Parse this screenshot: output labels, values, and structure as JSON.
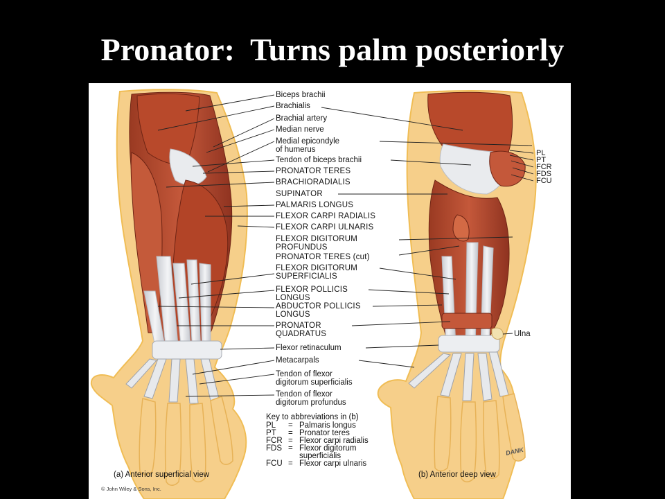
{
  "slide": {
    "title": "Pronator:  Turns palm posteriorly"
  },
  "figure": {
    "colors": {
      "background": "#000000",
      "panel": "#ffffff",
      "skin": "#f6cf8a",
      "skin_edge": "#f2c15c",
      "muscle": "#b5462a",
      "muscle_dark": "#8a2f1a",
      "tendon": "#e4e6ea"
    },
    "center_labels": [
      {
        "name": "biceps-brachii",
        "lines": [
          "Biceps brachii"
        ]
      },
      {
        "name": "brachialis",
        "lines": [
          "Brachialis"
        ]
      },
      {
        "name": "brachial-artery",
        "lines": [
          "Brachial artery"
        ]
      },
      {
        "name": "median-nerve",
        "lines": [
          "Median nerve"
        ]
      },
      {
        "name": "medial-epicondyle",
        "lines": [
          "Medial epicondyle",
          "of humerus"
        ]
      },
      {
        "name": "tendon-of-biceps-brachii",
        "lines": [
          "Tendon of biceps brachii"
        ]
      },
      {
        "name": "pronator-teres",
        "lines": [
          "PRONATOR TERES"
        ]
      },
      {
        "name": "brachioradialis",
        "lines": [
          "BRACHIORADIALIS"
        ]
      },
      {
        "name": "supinator",
        "lines": [
          "SUPINATOR"
        ]
      },
      {
        "name": "palmaris-longus",
        "lines": [
          "PALMARIS LONGUS"
        ]
      },
      {
        "name": "flexor-carpi-radialis",
        "lines": [
          "FLEXOR CARPI RADIALIS"
        ]
      },
      {
        "name": "flexor-carpi-ulnaris",
        "lines": [
          "FLEXOR CARPI ULNARIS"
        ]
      },
      {
        "name": "flexor-digitorum-profundus",
        "lines": [
          "FLEXOR DIGITORUM",
          "PROFUNDUS"
        ]
      },
      {
        "name": "pronator-teres-cut",
        "lines": [
          "PRONATOR TERES (cut)"
        ]
      },
      {
        "name": "flexor-digitorum-superficialis",
        "lines": [
          "FLEXOR DIGITORUM",
          "SUPERFICIALIS"
        ]
      },
      {
        "name": "flexor-pollicis-longus",
        "lines": [
          "FLEXOR POLLICIS",
          "LONGUS"
        ]
      },
      {
        "name": "abductor-pollicis-longus",
        "lines": [
          "ABDUCTOR POLLICIS",
          "LONGUS"
        ]
      },
      {
        "name": "pronator-quadratus",
        "lines": [
          "PRONATOR",
          "QUADRATUS"
        ]
      },
      {
        "name": "flexor-retinaculum",
        "lines": [
          "Flexor retinaculum"
        ]
      },
      {
        "name": "metacarpals",
        "lines": [
          "Metacarpals"
        ]
      },
      {
        "name": "tendon-of-flexor-digitorum-superficialis",
        "lines": [
          "Tendon of flexor",
          "digitorum superficialis"
        ]
      },
      {
        "name": "tendon-of-flexor-digitorum-profundus",
        "lines": [
          "Tendon of flexor",
          "digitorum profundus"
        ]
      }
    ],
    "right_labels": [
      "PL",
      "PT",
      "FCR",
      "FDS",
      "FCU"
    ],
    "ulna_label": "Ulna",
    "key": {
      "title": "Key to abbreviations in (b)",
      "rows": [
        {
          "abbr": "PL",
          "eq": "=",
          "lines": [
            "Palmaris longus"
          ]
        },
        {
          "abbr": "PT",
          "eq": "=",
          "lines": [
            "Pronator teres"
          ]
        },
        {
          "abbr": "FCR",
          "eq": "=",
          "lines": [
            "Flexor carpi radialis"
          ]
        },
        {
          "abbr": "FDS",
          "eq": "=",
          "lines": [
            "Flexor digitorum",
            "superficialis"
          ]
        },
        {
          "abbr": "FCU",
          "eq": "=",
          "lines": [
            "Flexor carpi ulnaris"
          ]
        }
      ]
    },
    "caption_a": "(a) Anterior superficial view",
    "caption_b": "(b) Anterior deep view",
    "copyright": "© John Wiley & Sons, Inc.",
    "artist_signature": "DANK"
  }
}
